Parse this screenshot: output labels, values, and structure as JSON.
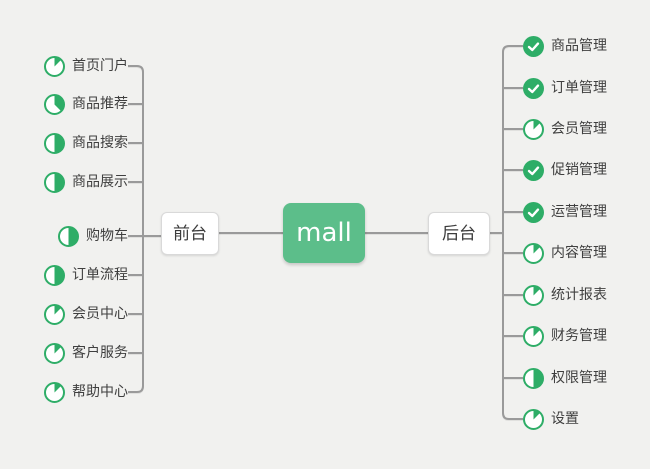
{
  "colors": {
    "background": "#f1f1ef",
    "accent_green": "#2ead67",
    "node_green": "#5cbe8a",
    "line_gray": "#9a9a9a",
    "text_dark": "#3f3f3f"
  },
  "root": {
    "label": "mall"
  },
  "branches": {
    "left": {
      "node_label": "前台",
      "items": [
        {
          "label": "首页门户",
          "icon": "pie",
          "progress": 0.125
        },
        {
          "label": "商品推荐",
          "icon": "pie",
          "progress": 0.375
        },
        {
          "label": "商品搜索",
          "icon": "pie",
          "progress": 0.5
        },
        {
          "label": "商品展示",
          "icon": "pie",
          "progress": 0.5
        },
        {
          "label": "购物车",
          "icon": "pie",
          "progress": 0.5
        },
        {
          "label": "订单流程",
          "icon": "pie",
          "progress": 0.5
        },
        {
          "label": "会员中心",
          "icon": "pie",
          "progress": 0.125
        },
        {
          "label": "客户服务",
          "icon": "pie",
          "progress": 0.125
        },
        {
          "label": "帮助中心",
          "icon": "pie",
          "progress": 0.125
        }
      ]
    },
    "right": {
      "node_label": "后台",
      "items": [
        {
          "label": "商品管理",
          "icon": "check"
        },
        {
          "label": "订单管理",
          "icon": "check"
        },
        {
          "label": "会员管理",
          "icon": "pie",
          "progress": 0.125
        },
        {
          "label": "促销管理",
          "icon": "check"
        },
        {
          "label": "运营管理",
          "icon": "check"
        },
        {
          "label": "内容管理",
          "icon": "pie",
          "progress": 0.125
        },
        {
          "label": "统计报表",
          "icon": "pie",
          "progress": 0.125
        },
        {
          "label": "财务管理",
          "icon": "pie",
          "progress": 0.125
        },
        {
          "label": "权限管理",
          "icon": "pie",
          "progress": 0.5
        },
        {
          "label": "设置",
          "icon": "pie",
          "progress": 0.125
        }
      ]
    }
  }
}
